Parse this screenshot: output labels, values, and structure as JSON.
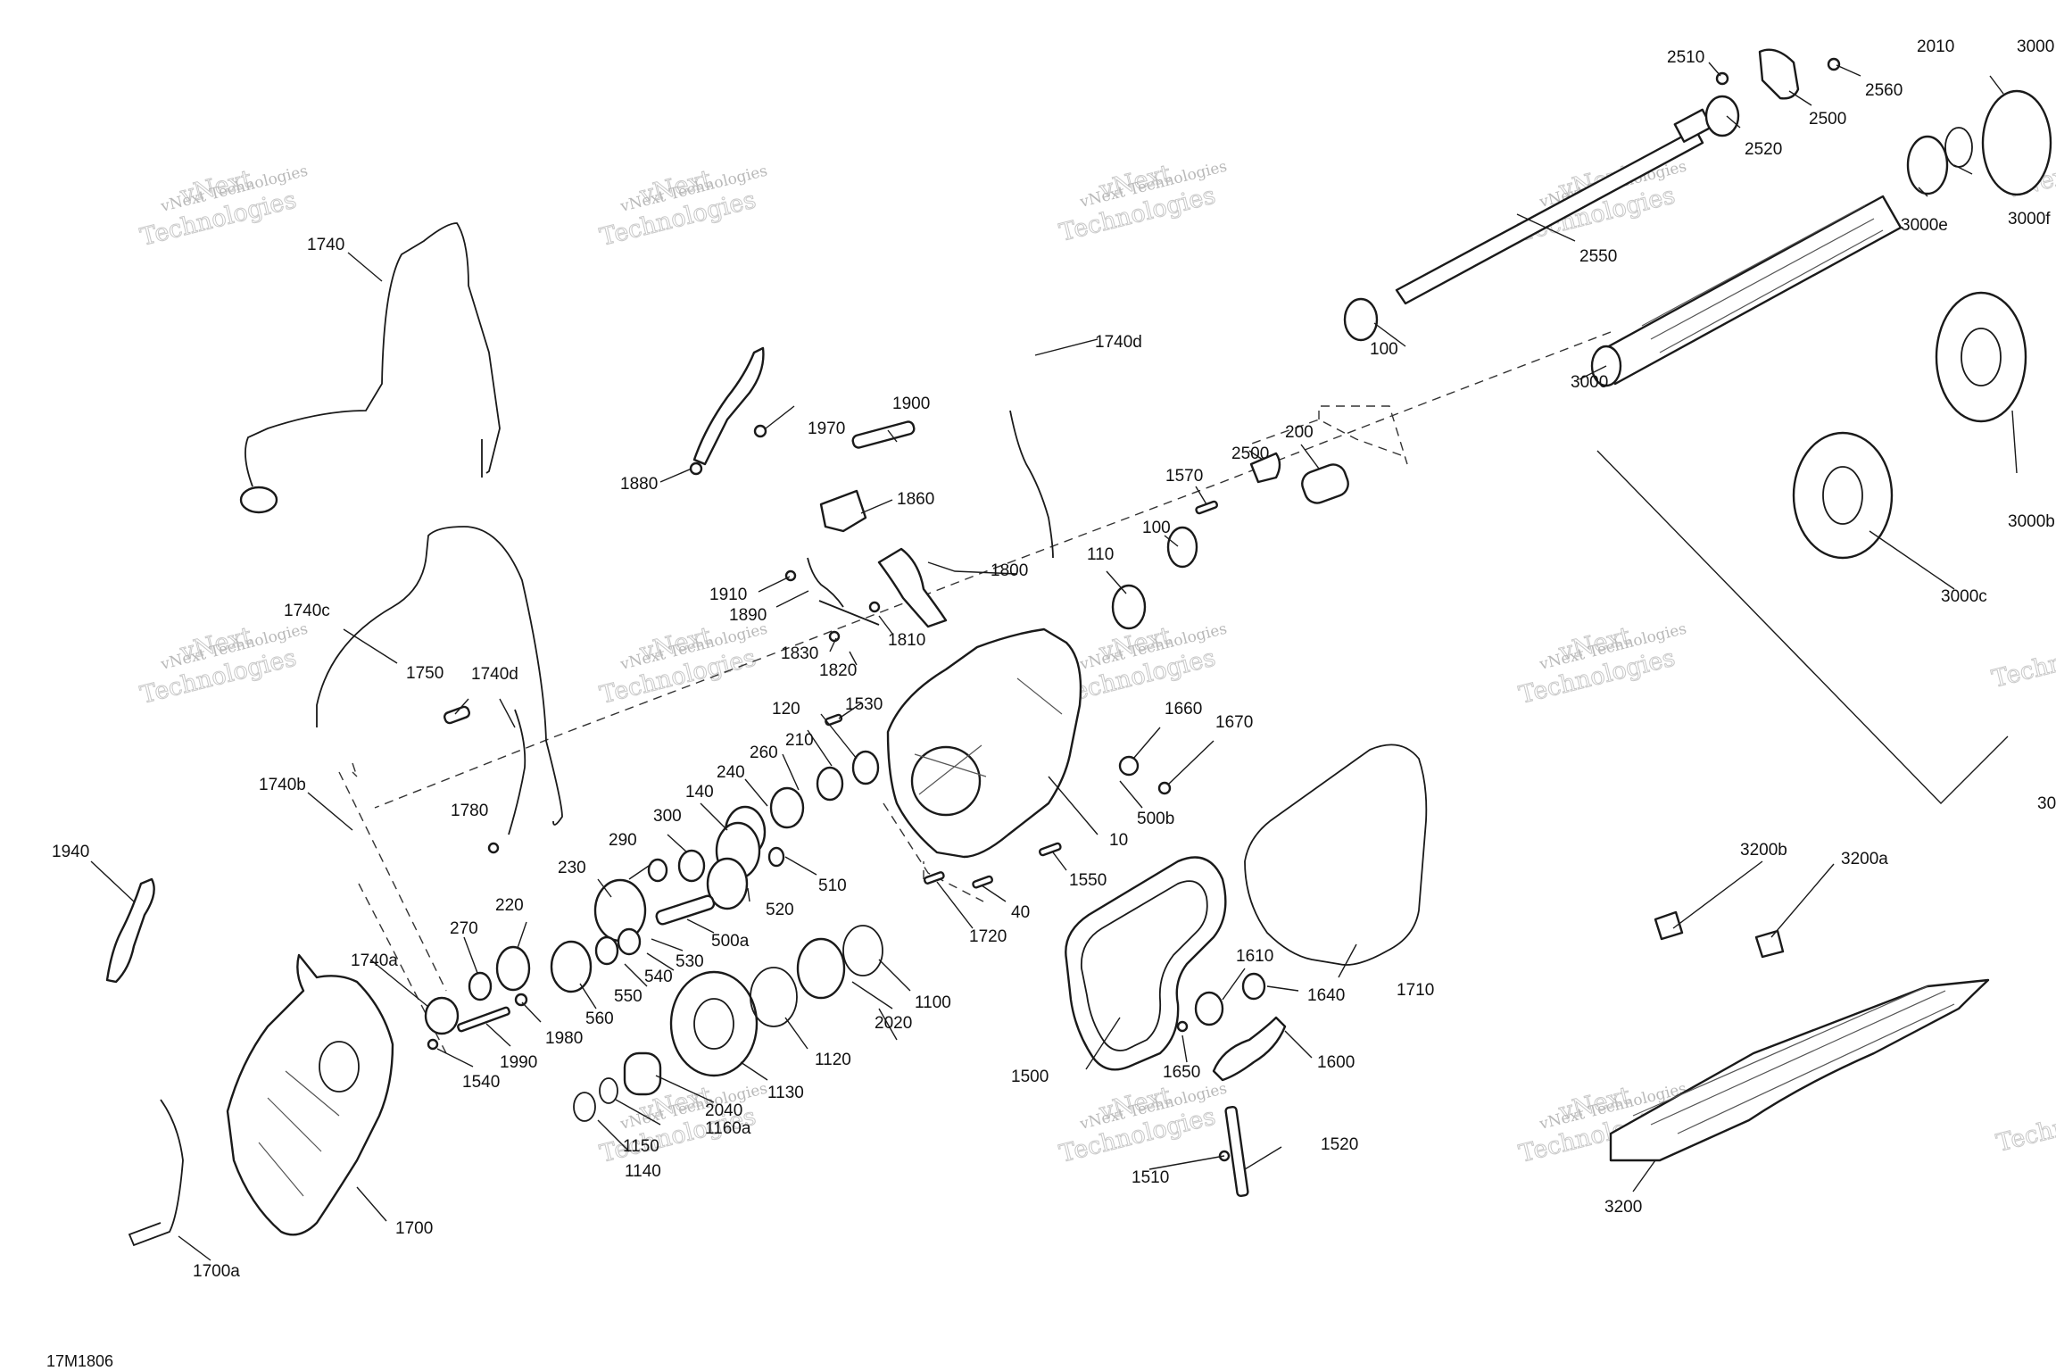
{
  "drawing_code": "17M1806",
  "watermark": {
    "line1": "vNext",
    "line2": "Technologies",
    "small": "vNext Technologies"
  },
  "callouts": {
    "p10": "10",
    "p40": "40",
    "p100a": "100",
    "p100b": "100",
    "p110": "110",
    "p120": "120",
    "p140": "140",
    "p200": "200",
    "p210": "210",
    "p220": "220",
    "p230": "230",
    "p240": "240",
    "p260": "260",
    "p270": "270",
    "p290": "290",
    "p300": "300",
    "p500a": "500a",
    "p500b": "500b",
    "p510": "510",
    "p520": "520",
    "p530": "530",
    "p540": "540",
    "p550": "550",
    "p560": "560",
    "p1100": "1100",
    "p1120": "1120",
    "p1130": "1130",
    "p1140": "1140",
    "p1150": "1150",
    "p1160a": "1160a",
    "p1500": "1500",
    "p1510": "1510",
    "p1520": "1520",
    "p1530": "1530",
    "p1540": "1540",
    "p1550": "1550",
    "p1570": "1570",
    "p1600": "1600",
    "p1610": "1610",
    "p1640": "1640",
    "p1650": "1650",
    "p1660": "1660",
    "p1670": "1670",
    "p1700": "1700",
    "p1700a": "1700a",
    "p1710": "1710",
    "p1720": "1720",
    "p1740": "1740",
    "p1740a": "1740a",
    "p1740b": "1740b",
    "p1740c": "1740c",
    "p1740d_top": "1740d",
    "p1740d_mid": "1740d",
    "p1750": "1750",
    "p1780": "1780",
    "p1800": "1800",
    "p1810": "1810",
    "p1820": "1820",
    "p1830": "1830",
    "p1860": "1860",
    "p1880": "1880",
    "p1890": "1890",
    "p1900": "1900",
    "p1910": "1910",
    "p1940": "1940",
    "p1970": "1970",
    "p1980": "1980",
    "p1990": "1990",
    "p2010": "2010",
    "p2020": "2020",
    "p2040": "2040",
    "p2500a": "2500",
    "p2500b": "2500",
    "p2510": "2510",
    "p2520": "2520",
    "p2550": "2550",
    "p2560": "2560",
    "p3000": "3000",
    "p3000top": "3000",
    "p3000b": "3000b",
    "p3000c": "3000c",
    "p3000e": "3000e",
    "p3000f": "3000f",
    "p30": "30",
    "p3200": "3200",
    "p3200a": "3200a",
    "p3200b": "3200b"
  }
}
